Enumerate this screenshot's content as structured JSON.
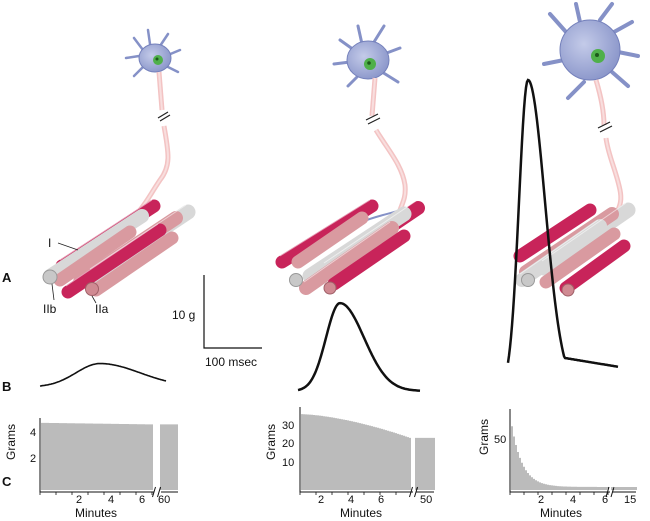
{
  "rows": {
    "a": "A",
    "b": "B",
    "c": "C"
  },
  "fiber_labels": {
    "type1": "I",
    "type2b": "IIb",
    "type2a": "IIa"
  },
  "scale_bar": {
    "force": "10 g",
    "time": "100 msec"
  },
  "panels": [
    {
      "ylabel": "Grams",
      "xlabel": "Minutes",
      "yticks": [
        "4",
        "2"
      ],
      "xticks": [
        "2",
        "4",
        "6",
        "60"
      ],
      "twitch_peak_fraction": 0.08,
      "fatigue": {
        "start": 4.2,
        "end": 4.1,
        "ymax": 4.5
      }
    },
    {
      "ylabel": "Grams",
      "xlabel": "Minutes",
      "yticks": [
        "30",
        "20",
        "10"
      ],
      "xticks": [
        "2",
        "4",
        "6",
        "50"
      ],
      "twitch_peak_fraction": 0.3,
      "fatigue": {
        "start": 32,
        "end": 22,
        "ymax": 35
      }
    },
    {
      "ylabel": "Grams",
      "xlabel": "Minutes",
      "yticks": [
        "50"
      ],
      "xticks": [
        "2",
        "4",
        "6",
        "15"
      ],
      "twitch_peak_fraction": 1.0,
      "fatigue": {
        "start": 75,
        "end": 3,
        "ymax": 80
      }
    }
  ],
  "colors": {
    "neuron": "#9aa6d4",
    "nucleus": "#4fb04a",
    "axon": "#f5c9c9",
    "fiber_red": "#c8245a",
    "fiber_pink": "#d99aa0",
    "fiber_white": "#d8d8d8"
  }
}
